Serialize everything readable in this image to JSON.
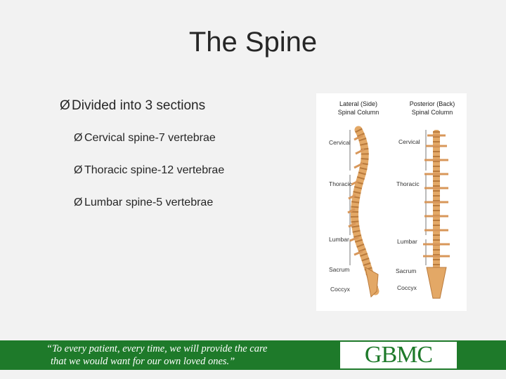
{
  "slide": {
    "title": "The Spine",
    "bullet_glyph": "Ø",
    "main_bullet": "Divided into 3 sections",
    "sub_bullets": [
      "Cervical spine-7 vertebrae",
      "Thoracic spine-12 vertebrae",
      "Lumbar spine-5 vertebrae"
    ]
  },
  "diagram": {
    "lateral_caption": [
      "Lateral (Side)",
      "Spinal Column"
    ],
    "posterior_caption": [
      "Posterior (Back)",
      "Spinal Column"
    ],
    "lateral_labels": [
      "Cervical",
      "Thoracic",
      "Lumbar",
      "Sacrum",
      "Coccyx"
    ],
    "posterior_labels": [
      "Cervical",
      "Thoracic",
      "Lumbar",
      "Sacrum",
      "Coccyx"
    ],
    "bone_color": "#e3a866",
    "bone_shade": "#b97a3c"
  },
  "footer": {
    "motto_line1": "“To every patient, every time, we will provide the care",
    "motto_line2": "that we would want for our own loved ones.”",
    "logo": "GBMC",
    "bar_color": "#1e7a2a"
  }
}
